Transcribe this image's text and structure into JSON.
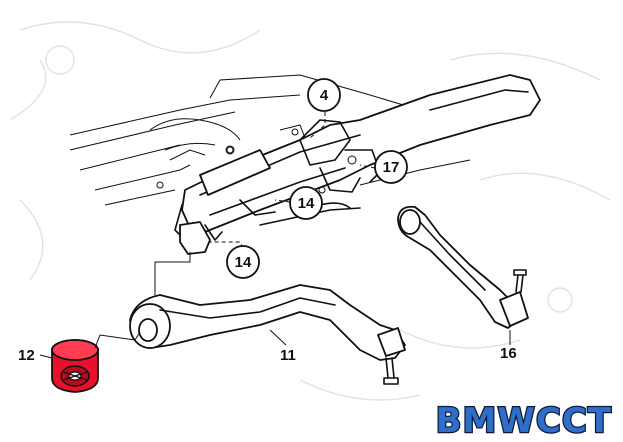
{
  "callouts": {
    "c4": "4",
    "c17": "17",
    "c14a": "14",
    "c14b": "14",
    "l12": "12",
    "l11": "11",
    "l16": "16"
  },
  "logo": {
    "text": "BMWCCT"
  },
  "colors": {
    "highlight_bushing": "#e8102a",
    "logo_fill": "#2f6fc9",
    "logo_outline": "#0d1b3a"
  }
}
